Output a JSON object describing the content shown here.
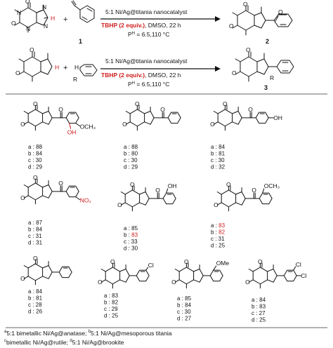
{
  "reaction1": {
    "conditions_line1": "5:1 Ni/Ag@titania nanocatalyst",
    "tbhp": "TBHP (2 equiv.)",
    "solvent": ", DMSO, 22 h",
    "ph": "P",
    "ph_sup": "H",
    "ph_rest": " = 6.5,110 °C",
    "reactant_label": "1",
    "product_label": "2",
    "plus": "+"
  },
  "reaction2": {
    "conditions_line1": "5:1 Ni/Ag@titania nanocatalyst",
    "tbhp": "TBHP (2 equiv.)",
    "solvent": ", DMSO, 22 h",
    "ph": "P",
    "ph_sup": "H",
    "ph_rest": " = 6.5,110 °C",
    "product_label": "3",
    "plus": "+",
    "r_label": "R",
    "h_label": "H"
  },
  "atoms": {
    "O": "O",
    "N": "N",
    "H": "H",
    "OH": "OH",
    "OCH3": "OCH₃",
    "NO2": "NO₂",
    "OMe": "OMe",
    "Cl": "Cl"
  },
  "compounds": [
    {
      "id": "c1",
      "yields": [
        {
          "k": "a",
          "v": "88"
        },
        {
          "k": "b",
          "v": "84"
        },
        {
          "k": "c",
          "v": "30"
        },
        {
          "k": "d",
          "v": "29"
        }
      ]
    },
    {
      "id": "c2",
      "yields": [
        {
          "k": "a",
          "v": "88"
        },
        {
          "k": "b",
          "v": "80"
        },
        {
          "k": "c",
          "v": "30"
        },
        {
          "k": "d",
          "v": "29"
        }
      ]
    },
    {
      "id": "c3",
      "yields": [
        {
          "k": "a",
          "v": "84"
        },
        {
          "k": "b",
          "v": "81"
        },
        {
          "k": "c",
          "v": "30"
        },
        {
          "k": "d",
          "v": "32"
        }
      ]
    },
    {
      "id": "c4",
      "yields": [
        {
          "k": "a",
          "v": "87"
        },
        {
          "k": "b",
          "v": "84"
        },
        {
          "k": "c",
          "v": "31"
        },
        {
          "k": "d",
          "v": "31"
        }
      ]
    },
    {
      "id": "c5",
      "yields": [
        {
          "k": "a",
          "v": "85"
        },
        {
          "k": "b",
          "v": "83"
        },
        {
          "k": "c",
          "v": "33"
        },
        {
          "k": "d",
          "v": "30"
        }
      ]
    },
    {
      "id": "c6",
      "yields": [
        {
          "k": "a",
          "v": "83"
        },
        {
          "k": "b",
          "v": "82"
        },
        {
          "k": "c",
          "v": "31"
        },
        {
          "k": "d",
          "v": "25"
        }
      ]
    },
    {
      "id": "c7",
      "yields": [
        {
          "k": "a",
          "v": "84"
        },
        {
          "k": "b",
          "v": "81"
        },
        {
          "k": "c",
          "v": "28"
        },
        {
          "k": "d",
          "v": "26"
        }
      ]
    },
    {
      "id": "c8",
      "yields": [
        {
          "k": "a",
          "v": "83"
        },
        {
          "k": "b",
          "v": "82"
        },
        {
          "k": "c",
          "v": "29"
        },
        {
          "k": "d",
          "v": "25"
        }
      ]
    },
    {
      "id": "c9",
      "yields": [
        {
          "k": "a",
          "v": "85"
        },
        {
          "k": "b",
          "v": "84"
        },
        {
          "k": "c",
          "v": "30"
        },
        {
          "k": "d",
          "v": "27"
        }
      ]
    },
    {
      "id": "c10",
      "yields": [
        {
          "k": "a",
          "v": "84"
        },
        {
          "k": "b",
          "v": "83"
        },
        {
          "k": "c",
          "v": "27"
        },
        {
          "k": "d",
          "v": "25"
        }
      ]
    }
  ],
  "highlight_color": "#d01c1c",
  "footnotes": {
    "a_sup": "a",
    "a_text": "5:1 bimetallic Ni/Ag@anatase; ",
    "b_sup": "b",
    "b_text": "5:1 Ni/Ag@mesoporous titania",
    "c_sup": "c",
    "c_text": "bimetallic Ni/Ag@rutile; ",
    "d_sup": "d",
    "d_text": "5:1 Ni/Ag@brookite"
  }
}
